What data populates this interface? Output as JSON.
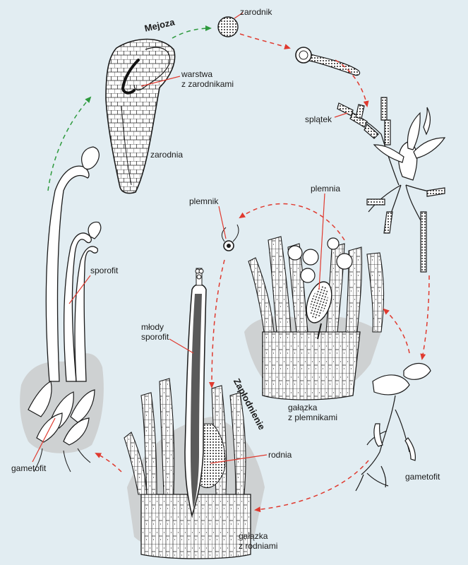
{
  "labels": {
    "mejoza": "Mejoza",
    "zarodnik": "zarodnik",
    "warstwa": [
      "warstwa",
      "z zarodnikami"
    ],
    "zarodnia": "zarodnia",
    "splatek": "splątek",
    "plemnik": "plemnik",
    "plemnia": "plemnia",
    "sporofit": "sporofit",
    "mlody_sporofit": [
      "młody",
      "sporofit"
    ],
    "zaplodnienie": "Zapłodnienie",
    "galazka_plemniki": [
      "gałązka",
      "z plemnikami"
    ],
    "rodnia": "rodnia",
    "gametofit_left": "gametofit",
    "gametofit_right": "gametofit",
    "galazka_rodnie": [
      "gałązka",
      "z rodniami"
    ]
  },
  "colors": {
    "background": "#e2edf2",
    "meiosis_arrow": "#2e9a3e",
    "cycle_arrow": "#e03a2f",
    "leader_line": "#e03a2f",
    "outline": "#1a1a1a",
    "shadow": "#c9c9c9"
  }
}
